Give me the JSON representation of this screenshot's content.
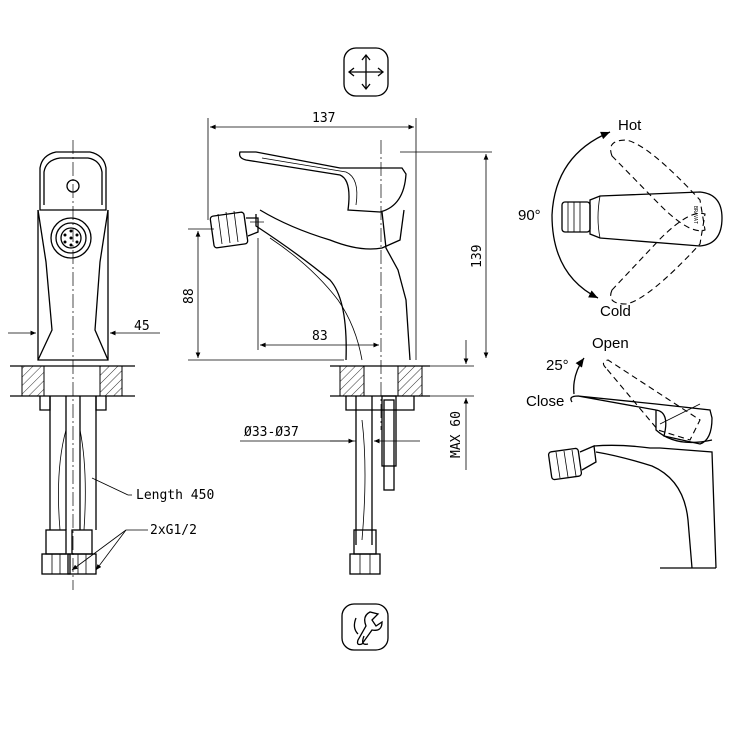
{
  "dimensions": {
    "width_137": "137",
    "height_139": "139",
    "height_88": "88",
    "reach_83": "83",
    "side_45": "45",
    "hole": "Ø33-Ø37",
    "max_60": "MAX 60",
    "hose_length": "Length 450",
    "connection": "2xG1/2"
  },
  "rotation": {
    "hot": "Hot",
    "cold": "Cold",
    "angle": "90°"
  },
  "lift": {
    "open": "Open",
    "close": "Close",
    "angle": "25°"
  },
  "icons": [
    "cross-arrows-icon",
    "wrench-icon"
  ]
}
